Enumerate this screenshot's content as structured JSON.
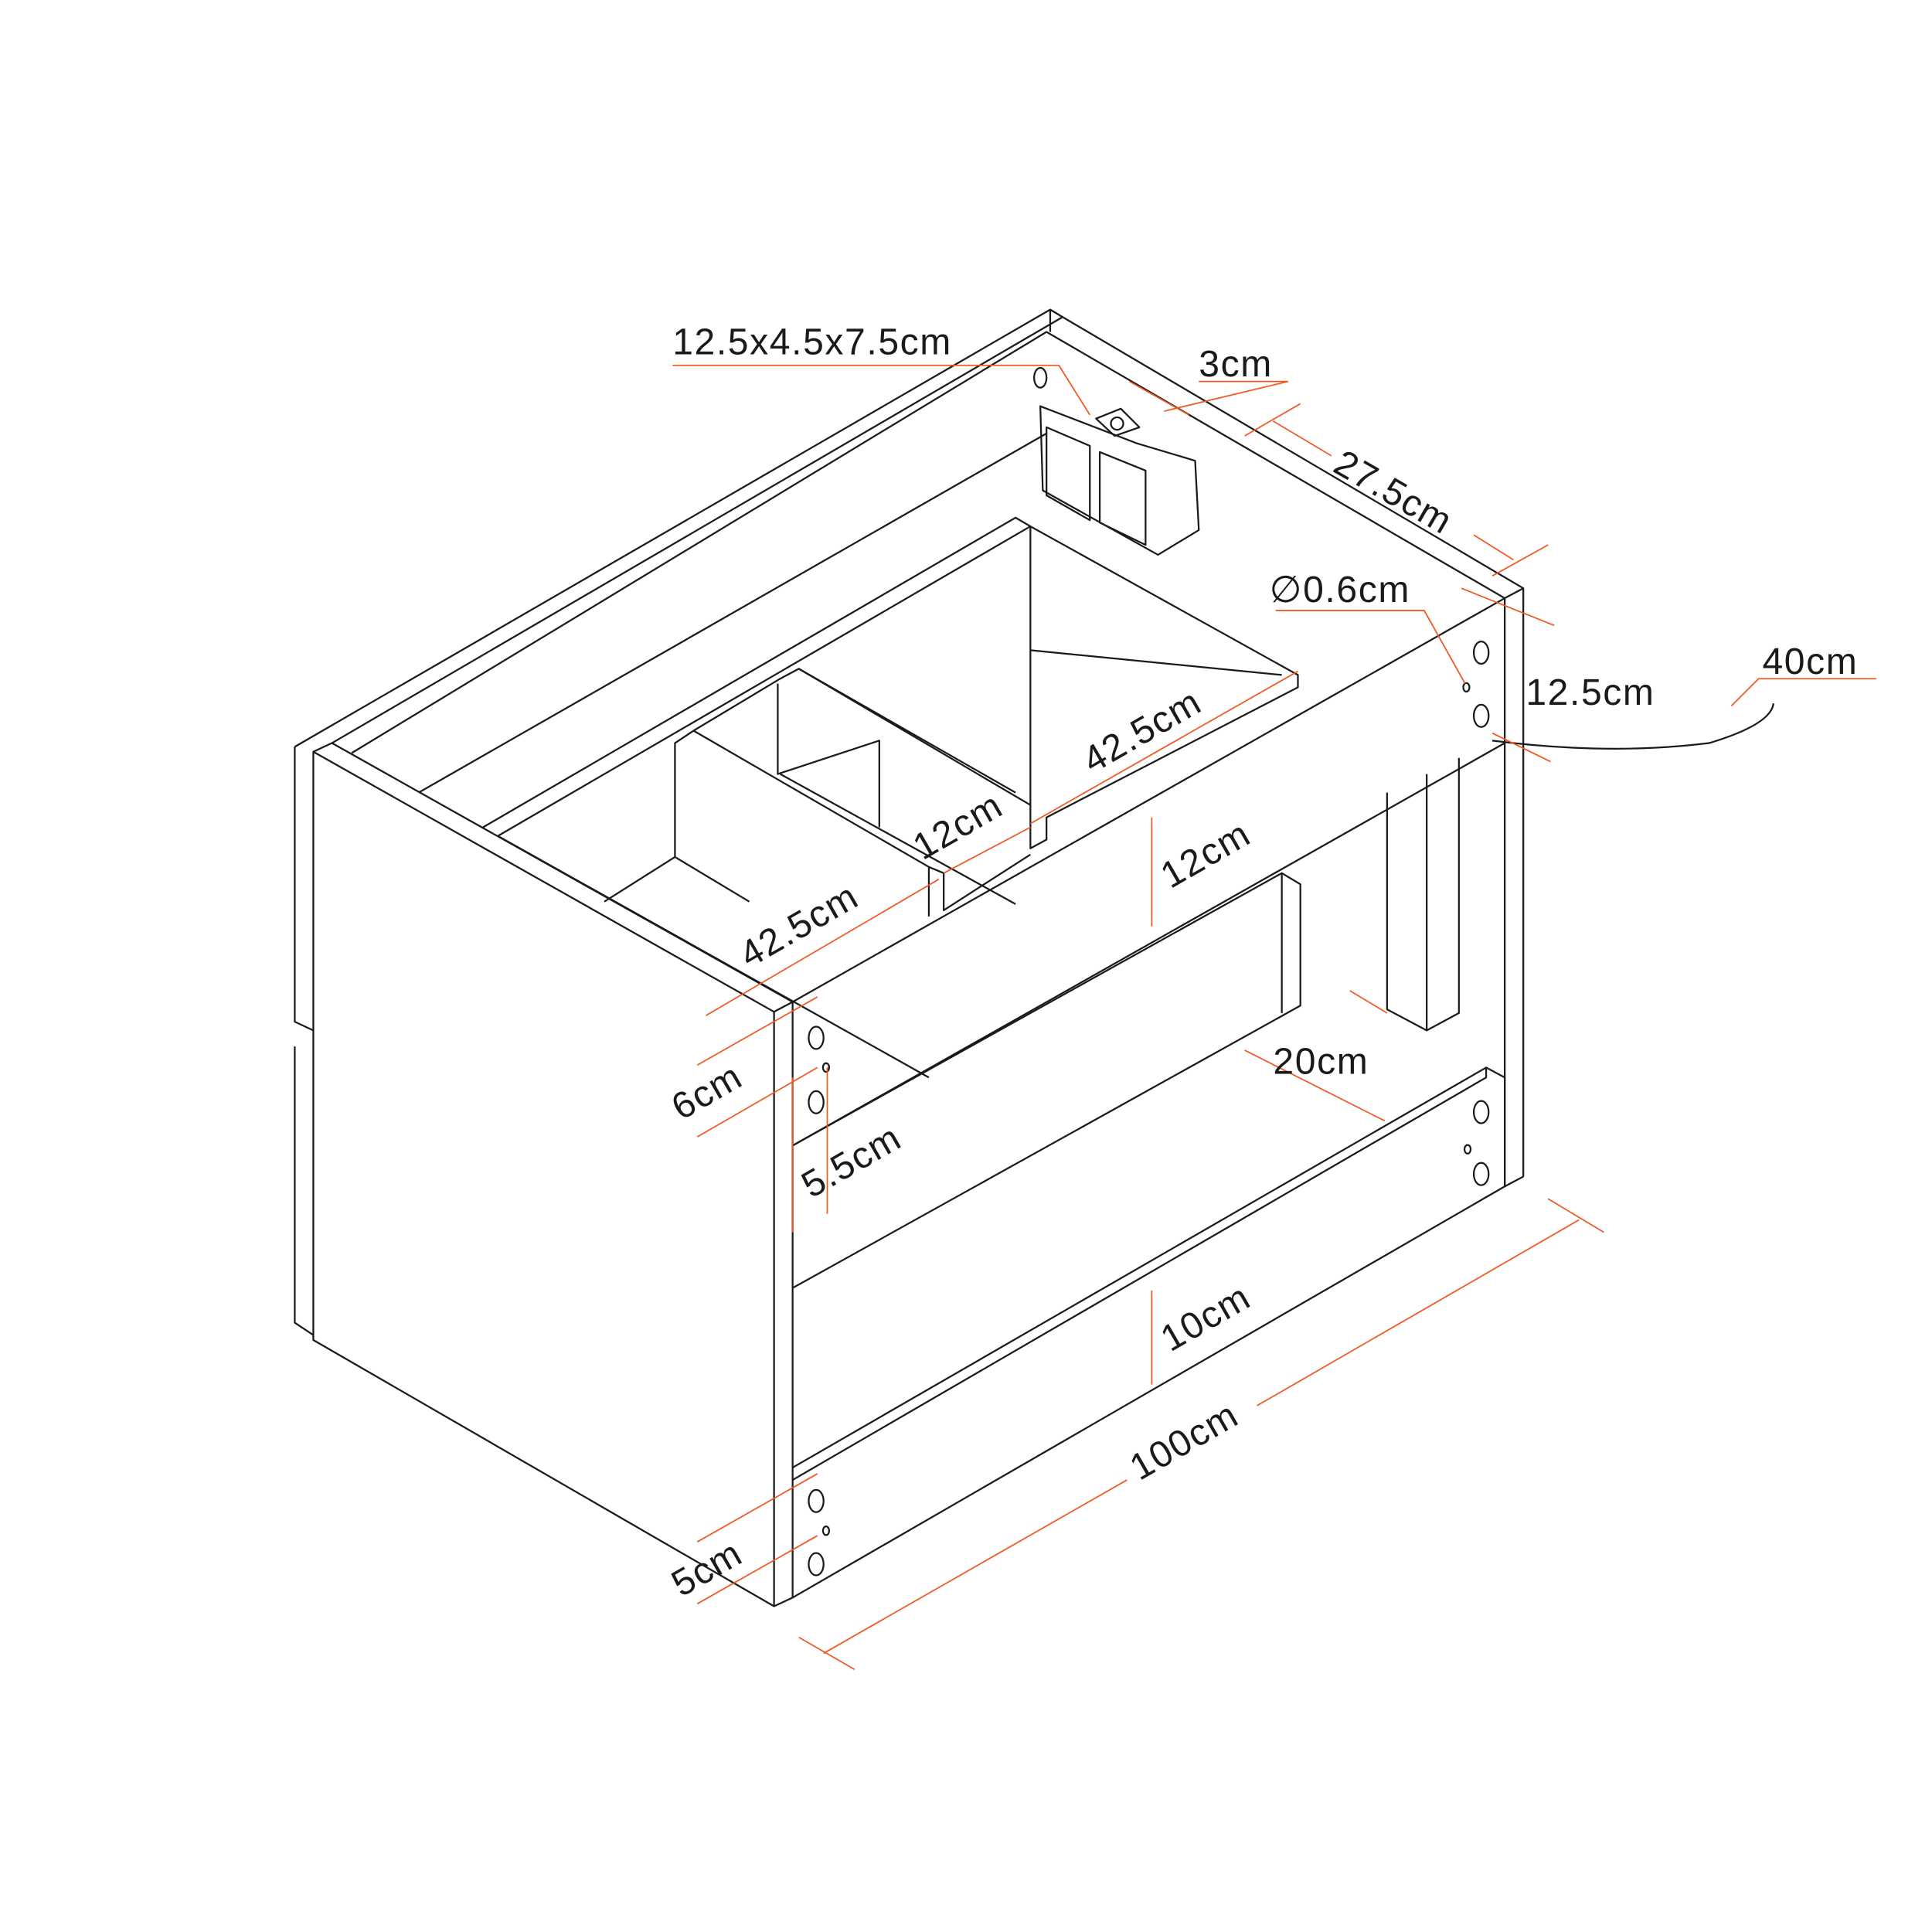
{
  "colors": {
    "line": "#1a1a1a",
    "dimension": "#f05a22",
    "background": "#ffffff"
  },
  "dimensions": {
    "socket_box": "12.5x4.5x7.5cm",
    "rail_gap": "3cm",
    "depth_top": "27.5cm",
    "hole_diameter": "∅0.6cm",
    "front_rail_height": "12.5cm",
    "cable_length": "40cm",
    "compartment_back": "42.5cm",
    "compartment_mid": "12cm",
    "drawer_height": "12cm",
    "compartment_front": "42.5cm",
    "side_top_offset": "6cm",
    "hole_offset": "5.5cm",
    "back_leg_depth": "20cm",
    "lower_opening": "10cm",
    "width": "100cm",
    "bottom_rail": "5cm"
  }
}
